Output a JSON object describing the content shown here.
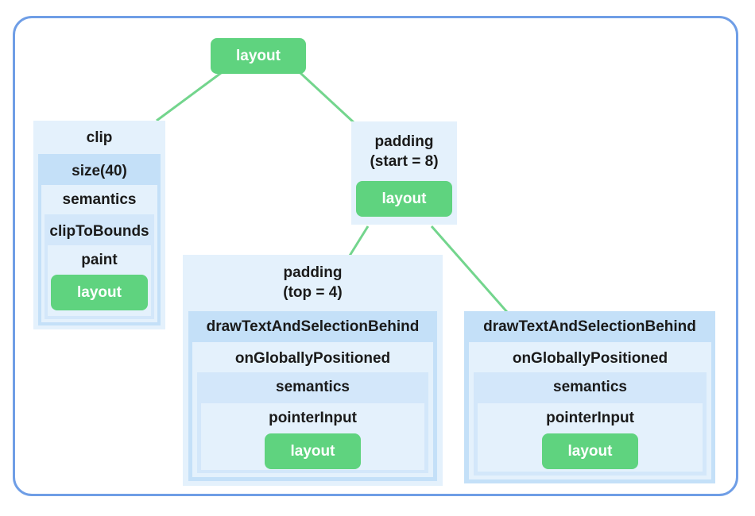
{
  "root": {
    "label": "layout"
  },
  "left_stack": {
    "clip": "clip",
    "size": "size(40)",
    "semantics": "semantics",
    "clipToBounds": "clipToBounds",
    "paint": "paint",
    "layout": "layout"
  },
  "padding_start": {
    "line1": "padding",
    "line2": "(start = 8)",
    "layout": "layout"
  },
  "padding_top_stack": {
    "line1": "padding",
    "line2": "(top = 4)",
    "draw": "drawTextAndSelectionBehind",
    "globally": "onGloballyPositioned",
    "semantics": "semantics",
    "pointer": "pointerInput",
    "layout": "layout"
  },
  "right_stack": {
    "draw": "drawTextAndSelectionBehind",
    "globally": "onGloballyPositioned",
    "semantics": "semantics",
    "pointer": "pointerInput",
    "layout": "layout"
  },
  "colors": {
    "edge": "#73d58d",
    "green": "#5fd37f",
    "frame": "#6f9ee6"
  }
}
